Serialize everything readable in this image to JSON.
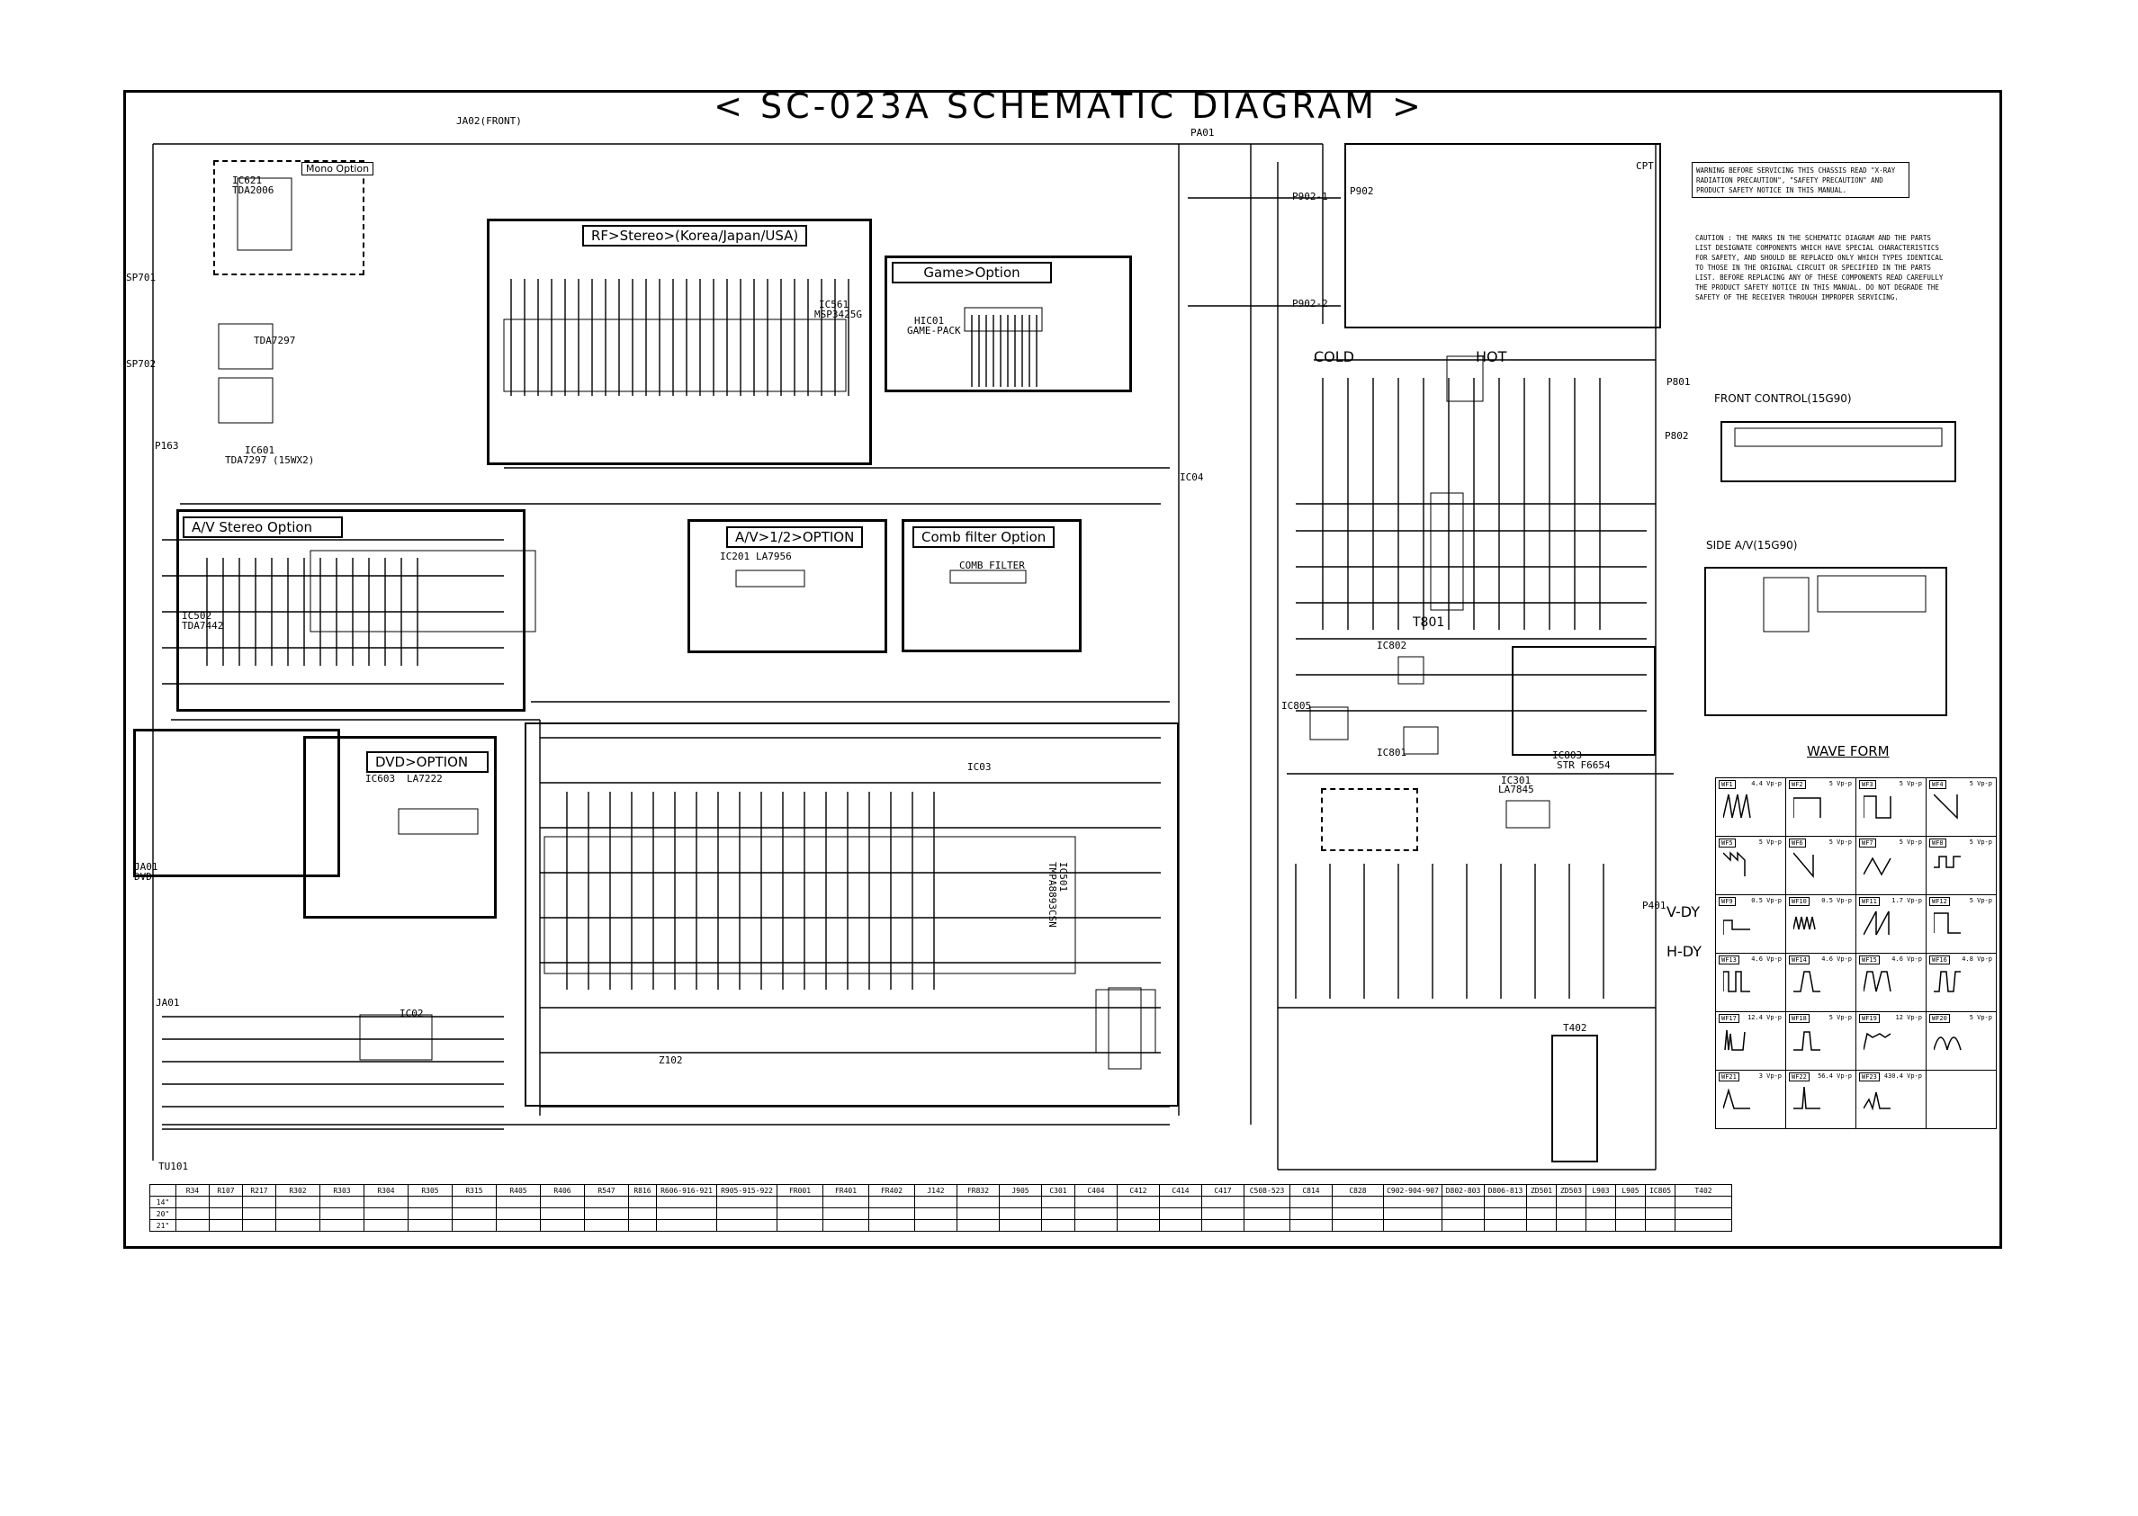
{
  "title": "< SC-023A SCHEMATIC DIAGRAM >",
  "blocks": {
    "mono": "Mono Option",
    "rf_stereo": "RF>Stereo>(Korea/Japan/USA)",
    "game": "Game>Option",
    "av_stereo": "A/V Stereo Option",
    "av12": "A/V>1/2>OPTION",
    "comb": "Comb filter Option",
    "dvd": "DVD>OPTION"
  },
  "labels": {
    "ja02": "JA02(FRONT)",
    "pa01": "PA01",
    "ic621": "IC621",
    "tda2006": "TDA2006",
    "sp701": "SP701",
    "sp702": "SP702",
    "tda7297": "TDA7297",
    "ic601": "IC601",
    "ic601_part": "TDA7297 (15WX2)",
    "p163": "P163",
    "ic561": "IC561",
    "msp": "MSP3425G",
    "hic01": "HIC01",
    "gamepack": "GAME-PACK",
    "ic502": "IC502",
    "tda7442": "TDA7442",
    "ic201": "IC201",
    "la7956": "LA7956",
    "comb_filter": "COMB FILTER",
    "ic603": "IC603",
    "la7222": "LA7222",
    "ja01": "JA01",
    "dvd": "DVD",
    "ja01_2": "JA01",
    "tu101": "TU101",
    "ic02": "IC02",
    "z102": "Z102",
    "ic03": "IC03",
    "ic501": "IC501",
    "ic501_part": "TMPA8893CSN",
    "ic04": "IC04",
    "cold": "COLD",
    "hot": "HOT",
    "t801": "T801",
    "ic802": "IC802",
    "ic805": "IC805",
    "ic801": "IC801",
    "ic803": "IC803",
    "str": "STR F6654",
    "ic301": "IC301",
    "la7845": "LA7845",
    "t402": "T402",
    "p401": "P401",
    "vdy": "V-DY",
    "hdy": "H-DY",
    "p902_1": "P902-1",
    "p902": "P902",
    "p902_2": "P902-2",
    "cpt": "CPT",
    "p801": "P801",
    "p802": "P802",
    "front_control": "FRONT CONTROL(15G90)",
    "side_av": "SIDE A/V(15G90)",
    "wave_form": "WAVE FORM"
  },
  "warning": "WARNING BEFORE SERVICING THIS CHASSIS READ \"X-RAY RADIATION PRECAUTION\", \"SAFETY PRECAUTION\" AND PRODUCT SAFETY NOTICE IN THIS MANUAL.",
  "caution": "CAUTION : THE MARKS IN THE SCHEMATIC DIAGRAM AND THE PARTS LIST DESIGNATE COMPONENTS WHICH HAVE SPECIAL CHARACTERISTICS FOR SAFETY, AND SHOULD BE REPLACED ONLY WHICH TYPES IDENTICAL TO THOSE IN THE ORIGINAL CIRCUIT OR SPECIFIED IN THE PARTS LIST. BEFORE REPLACING ANY OF THESE COMPONENTS READ CAREFULLY THE PRODUCT SAFETY NOTICE IN THIS MANUAL. DO NOT DEGRADE THE SAFETY OF THE RECEIVER THROUGH IMPROPER SERVICING.",
  "parts_table": {
    "columns": [
      "R34",
      "R107",
      "R217",
      "R302",
      "R303",
      "R304",
      "R305",
      "R315",
      "R405",
      "R406",
      "R547",
      "R816",
      "R606-916-921",
      "R905-915-922",
      "FR001",
      "FR401",
      "FR402",
      "J142",
      "FR832",
      "J905",
      "C301",
      "C404",
      "C412",
      "C414",
      "C417",
      "C508-523",
      "C814",
      "C828",
      "C902-904-907",
      "D802-803",
      "D806-813",
      "ZD501",
      "ZD503",
      "L903",
      "L905",
      "IC805",
      "T402"
    ],
    "rows": [
      "14\"",
      "20\"",
      "21\""
    ]
  },
  "waves": [
    {
      "id": "WF1",
      "val": "4.4 Vp-p"
    },
    {
      "id": "WF2",
      "val": "5 Vp-p"
    },
    {
      "id": "WF3",
      "val": "5 Vp-p"
    },
    {
      "id": "WF4",
      "val": "5 Vp-p"
    },
    {
      "id": "WF5",
      "val": "5 Vp-p"
    },
    {
      "id": "WF6",
      "val": "5 Vp-p"
    },
    {
      "id": "WF7",
      "val": "5 Vp-p"
    },
    {
      "id": "WF8",
      "val": "5 Vp-p"
    },
    {
      "id": "WF9",
      "val": "0.5 Vp-p"
    },
    {
      "id": "WF10",
      "val": "0.5 Vp-p"
    },
    {
      "id": "WF11",
      "val": "1.7 Vp-p"
    },
    {
      "id": "WF12",
      "val": "5 Vp-p"
    },
    {
      "id": "WF13",
      "val": "4.6 Vp-p"
    },
    {
      "id": "WF14",
      "val": "4.6 Vp-p"
    },
    {
      "id": "WF15",
      "val": "4.6 Vp-p"
    },
    {
      "id": "WF16",
      "val": "4.8 Vp-p"
    },
    {
      "id": "WF17",
      "val": "12.4 Vp-p"
    },
    {
      "id": "WF18",
      "val": "5 Vp-p"
    },
    {
      "id": "WF19",
      "val": "12 Vp-p"
    },
    {
      "id": "WF20",
      "val": "5 Vp-p"
    },
    {
      "id": "WF21",
      "val": "3 Vp-p"
    },
    {
      "id": "WF22",
      "val": "56.4 Vp-p"
    },
    {
      "id": "WF23",
      "val": "430.4 Vp-p"
    }
  ]
}
